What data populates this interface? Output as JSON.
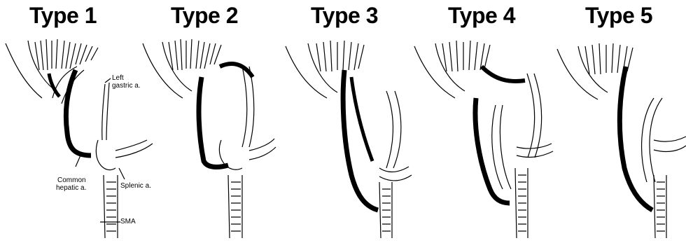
{
  "panels": [
    {
      "title": "Type 1"
    },
    {
      "title": "Type 2"
    },
    {
      "title": "Type 3"
    },
    {
      "title": "Type 4"
    },
    {
      "title": "Type 5"
    }
  ],
  "labels": {
    "left_gastric_line1": "Left",
    "left_gastric_line2": "gastric a.",
    "common_hepatic_line1": "Common",
    "common_hepatic_line2": "hepatic a.",
    "splenic": "Splenic a.",
    "sma": "SMA"
  }
}
